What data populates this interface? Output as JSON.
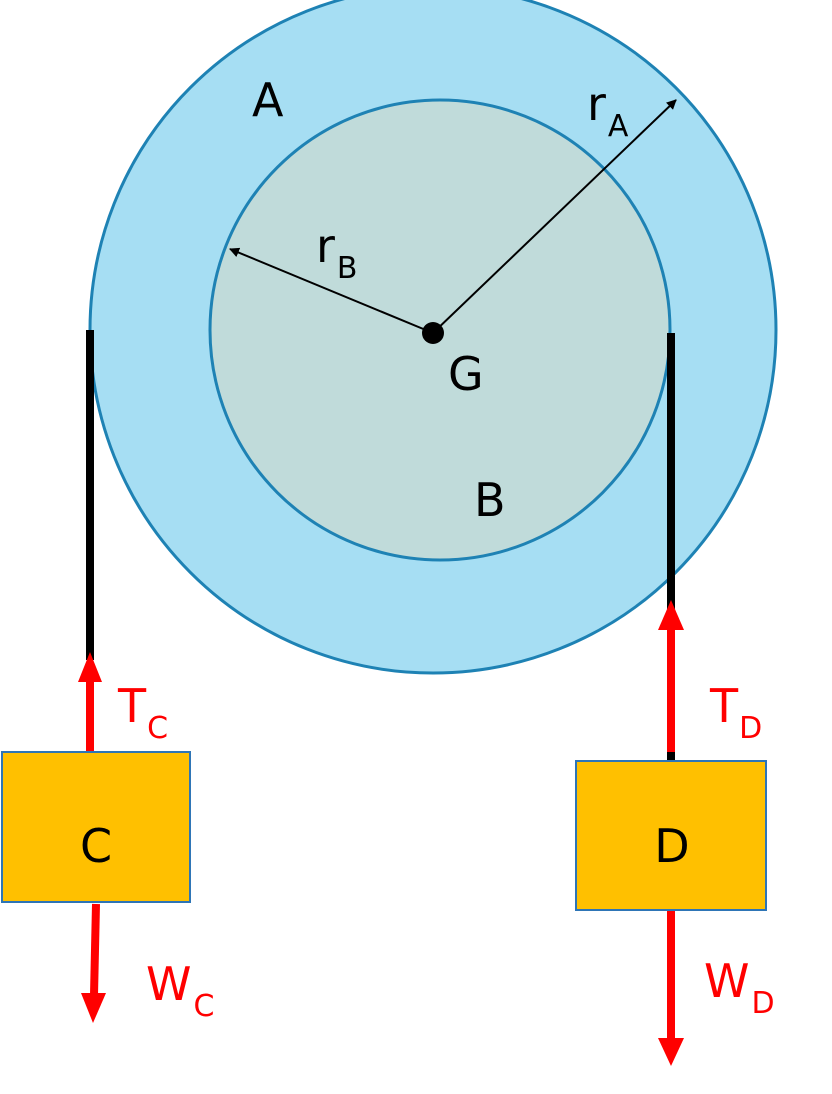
{
  "diagram": {
    "outer_label": "A",
    "inner_label": "B",
    "center_label": "G",
    "radius_a": {
      "main": "r",
      "sub": "A"
    },
    "radius_b": {
      "main": "r",
      "sub": "B"
    },
    "block_c": {
      "label": "C"
    },
    "block_d": {
      "label": "D"
    },
    "tension_c": {
      "main": "T",
      "sub": "C"
    },
    "tension_d": {
      "main": "T",
      "sub": "D"
    },
    "weight_c": {
      "main": "W",
      "sub": "C"
    },
    "weight_d": {
      "main": "W",
      "sub": "D"
    }
  },
  "colors": {
    "outer_disk": "#a6def3",
    "inner_disk": "#c0dbda",
    "disk_stroke": "#1e82b4",
    "block_fill": "#ffc000",
    "block_stroke": "#2e75b6",
    "force_arrow": "#ff0000",
    "rope": "#000000"
  }
}
